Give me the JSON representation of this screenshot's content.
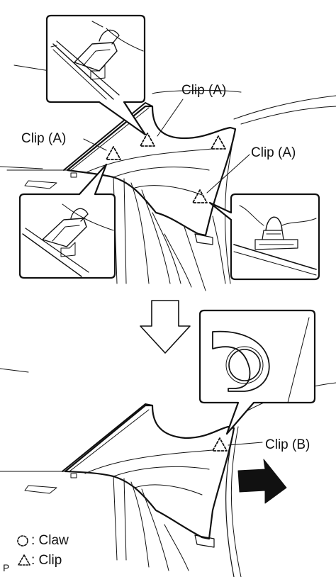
{
  "labels": {
    "clip_a_top": "Clip (A)",
    "clip_a_left": "Clip (A)",
    "clip_a_right": "Clip (A)",
    "clip_b": "Clip (B)"
  },
  "legend": {
    "claw_symbol": "○",
    "claw_text": ": Claw",
    "clip_symbol": "△",
    "clip_text": ": Clip"
  },
  "corner_mark": "P",
  "colors": {
    "line": "#111111",
    "background": "#ffffff"
  }
}
